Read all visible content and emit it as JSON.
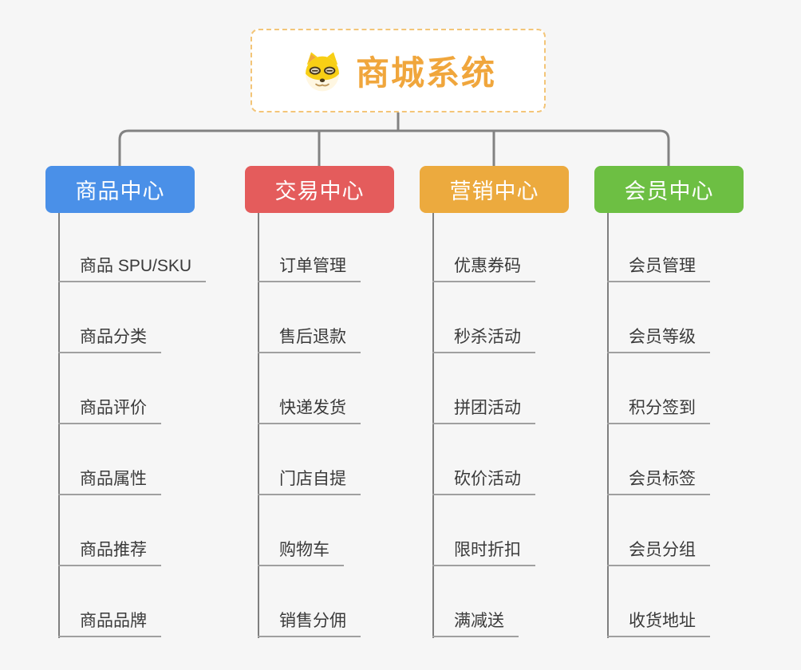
{
  "root": {
    "title": "商城系统",
    "icon": "doge-icon",
    "title_color": "#f0a63c",
    "border_color": "#f3c578"
  },
  "connector_color": "#828282",
  "background_color": "#f6f6f6",
  "branches": [
    {
      "label": "商品中心",
      "color": "#4a90e8",
      "items": [
        "商品 SPU/SKU",
        "商品分类",
        "商品评价",
        "商品属性",
        "商品推荐",
        "商品品牌"
      ]
    },
    {
      "label": "交易中心",
      "color": "#e45c5c",
      "items": [
        "订单管理",
        "售后退款",
        "快递发货",
        "门店自提",
        "购物车",
        "销售分佣"
      ]
    },
    {
      "label": "营销中心",
      "color": "#ecaa3e",
      "items": [
        "优惠券码",
        "秒杀活动",
        "拼团活动",
        "砍价活动",
        "限时折扣",
        "满减送"
      ]
    },
    {
      "label": "会员中心",
      "color": "#6dbf43",
      "items": [
        "会员管理",
        "会员等级",
        "积分签到",
        "会员标签",
        "会员分组",
        "收货地址"
      ]
    }
  ]
}
